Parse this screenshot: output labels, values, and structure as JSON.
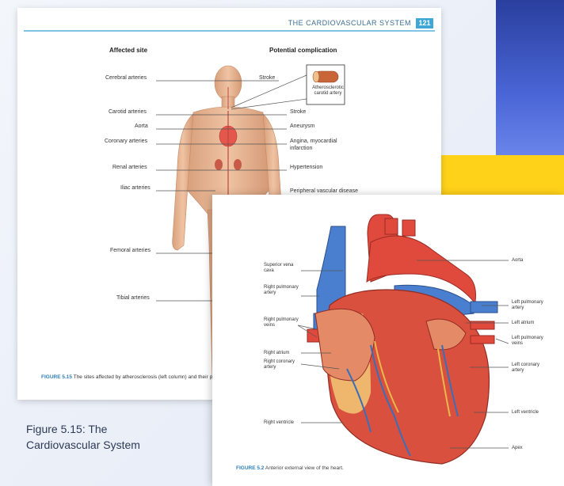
{
  "page1": {
    "header_title": "THE CARDIOVASCULAR SYSTEM",
    "page_number": "121",
    "col_left": "Affected site",
    "col_right": "Potential complication",
    "sites": [
      "Cerebral arteries",
      "Carotid arteries",
      "Aorta",
      "Coronary arteries",
      "Renal arteries",
      "Iliac arteries",
      "Femoral arteries",
      "Tibial arteries"
    ],
    "complications": [
      "Stroke",
      "Stroke",
      "Aneurysm",
      "Angina, myocardial infarction",
      "Hypertension",
      "Peripheral vascular disease"
    ],
    "inset_label": "Atherosclerotic carotid artery",
    "caption_bold": "FIGURE 5.15",
    "caption_text": "The sites affected by atherosclerosis (left column) and their potential complications (right column)."
  },
  "page2": {
    "labels_left": [
      "Superior vena cava",
      "Right pulmonary artery",
      "Right pulmonary veins",
      "Right atrium",
      "Right coronary artery",
      "Right ventricle"
    ],
    "labels_right": [
      "Aorta",
      "Left pulmonary artery",
      "Left atrium",
      "Left pulmonary veins",
      "Left coronary artery",
      "Left ventricle",
      "Apex"
    ],
    "caption_bold": "FIGURE 5.2",
    "caption_text": "Anterior external view of the heart."
  },
  "side_caption": "Figure 5.15: The Cardiovascular System",
  "colors": {
    "accent_blue": "#3fa7d6",
    "deco_blue": "#3b55c4",
    "deco_yellow": "#ffd21a"
  }
}
